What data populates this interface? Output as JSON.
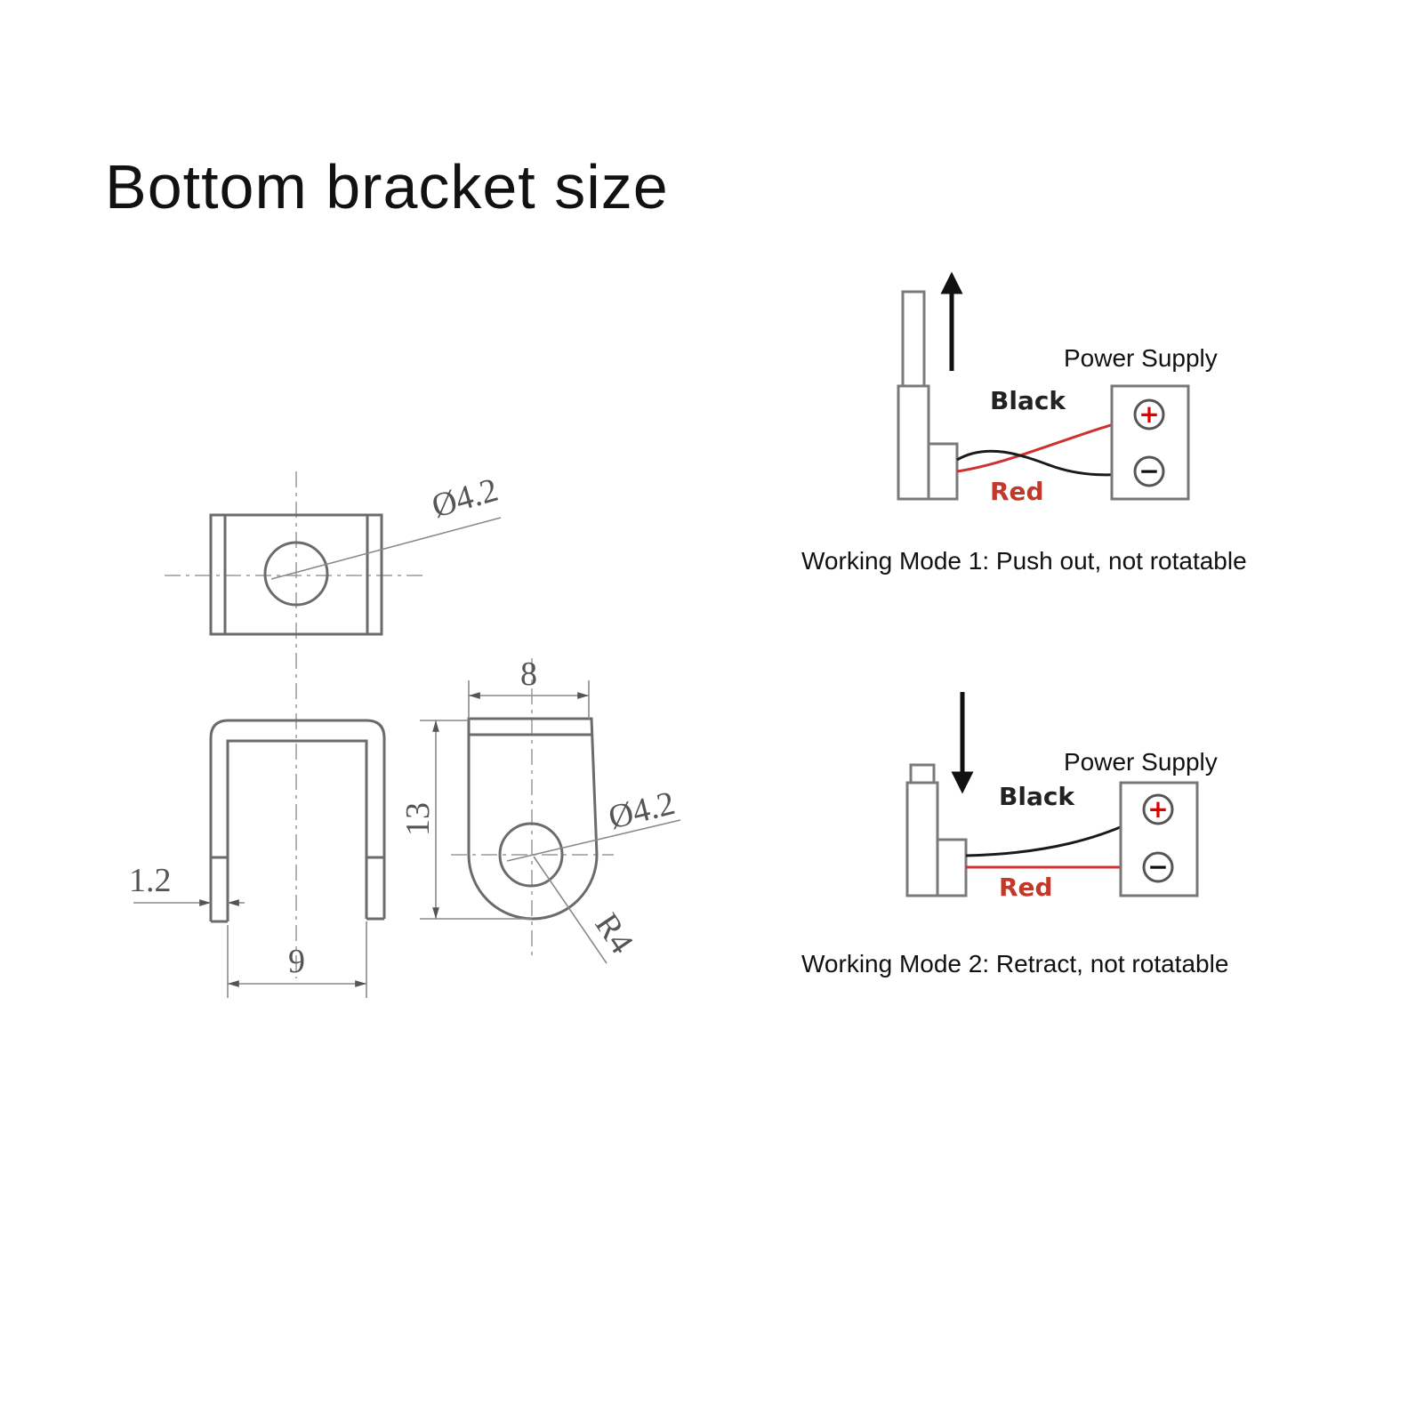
{
  "title": "Bottom bracket size",
  "dimensions": {
    "hole_top": "Ø4.2",
    "hole_side": "Ø4.2",
    "width_side": "8",
    "height_side": "13",
    "thickness": "1.2",
    "inner_width": "9",
    "radius": "R4"
  },
  "modes": [
    {
      "caption": "Working Mode 1: Push out, not rotatable",
      "power_supply_label": "Power Supply",
      "black_label": "Black",
      "red_label": "Red",
      "plus_symbol": "+",
      "minus_symbol": "−"
    },
    {
      "caption": "Working Mode 2: Retract, not rotatable",
      "power_supply_label": "Power Supply",
      "black_label": "Black",
      "red_label": "Red",
      "plus_symbol": "+",
      "minus_symbol": "−"
    }
  ],
  "colors": {
    "red_wire": "#d03030",
    "black_wire": "#1a1a1a",
    "plus_mark": "#e00000",
    "red_label": "#c0392b"
  }
}
